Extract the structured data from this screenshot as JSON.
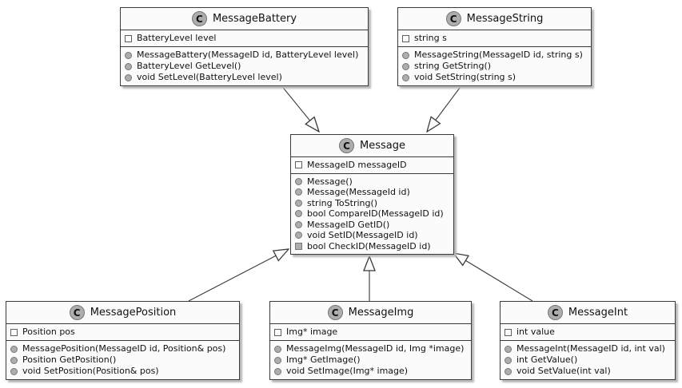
{
  "diagram_type": "uml-class-diagram",
  "colors": {
    "page_bg": "#FFFFFF",
    "box_fill": "#FBFBFB",
    "box_border": "#3A3A3A",
    "icon_fill": "#ADADAD",
    "icon_border": "#767676",
    "shadow": "#B8B8B8"
  },
  "classes": [
    {
      "name": "MessageBattery",
      "icon_letter": "C",
      "fields": [
        "BatteryLevel level"
      ],
      "methods": [
        "MessageBattery(MessageID id, BatteryLevel level)",
        "BatteryLevel GetLevel()",
        "void SetLevel(BatteryLevel level)"
      ],
      "method_visibility": [
        "public",
        "public",
        "public"
      ]
    },
    {
      "name": "MessageString",
      "icon_letter": "C",
      "fields": [
        "string s"
      ],
      "methods": [
        "MessageString(MessageID id, string s)",
        "string GetString()",
        "void SetString(string s)"
      ],
      "method_visibility": [
        "public",
        "public",
        "public"
      ]
    },
    {
      "name": "Message",
      "icon_letter": "C",
      "fields": [
        "MessageID messageID"
      ],
      "methods": [
        "Message()",
        "Message(MessageId id)",
        "string ToString()",
        "bool CompareID(MessageID id)",
        "MessageID GetID()",
        "void SetID(MessageID id)",
        "bool CheckID(MessageID id)"
      ],
      "method_visibility": [
        "public",
        "public",
        "public",
        "public",
        "public",
        "public",
        "private"
      ]
    },
    {
      "name": "MessagePosition",
      "icon_letter": "C",
      "fields": [
        "Position pos"
      ],
      "methods": [
        "MessagePosition(MessageID id, Position& pos)",
        "Position GetPosition()",
        "void SetPosition(Position& pos)"
      ],
      "method_visibility": [
        "public",
        "public",
        "public"
      ]
    },
    {
      "name": "MessageImg",
      "icon_letter": "C",
      "fields": [
        "Img* image"
      ],
      "methods": [
        "MessageImg(MessageID id, Img *image)",
        "Img* GetImage()",
        "void SetImage(Img* image)"
      ],
      "method_visibility": [
        "public",
        "public",
        "public"
      ]
    },
    {
      "name": "MessageInt",
      "icon_letter": "C",
      "fields": [
        "int value"
      ],
      "methods": [
        "MessageInt(MessageID id, int val)",
        "int GetValue()",
        "void SetValue(int val)"
      ],
      "method_visibility": [
        "public",
        "public",
        "public"
      ]
    }
  ],
  "relations": [
    {
      "from": "MessageBattery",
      "to": "Message",
      "type": "inheritance"
    },
    {
      "from": "MessageString",
      "to": "Message",
      "type": "inheritance"
    },
    {
      "from": "MessagePosition",
      "to": "Message",
      "type": "inheritance"
    },
    {
      "from": "MessageImg",
      "to": "Message",
      "type": "inheritance"
    },
    {
      "from": "MessageInt",
      "to": "Message",
      "type": "inheritance"
    }
  ]
}
